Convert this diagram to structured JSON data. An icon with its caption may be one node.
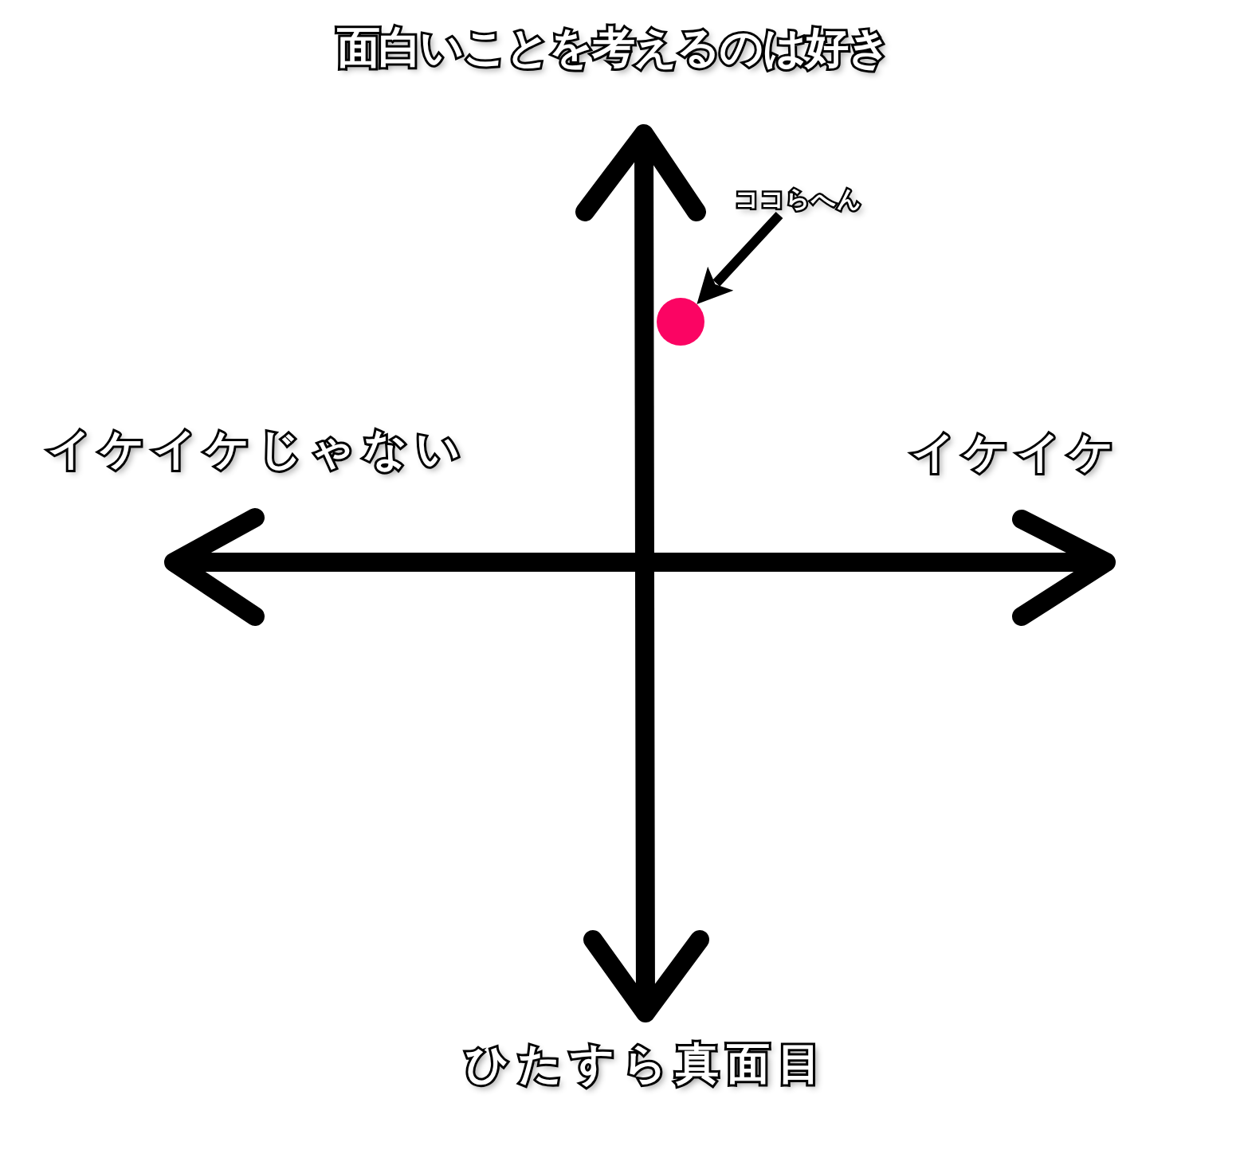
{
  "diagram": {
    "nodes": [
      {
        "text": [
          "ココらへん"
        ]
      },
      {
        "text": [],
        "shape": "circle"
      }
    ],
    "edges": [
      {
        "from": 0,
        "to": 1,
        "arrow": "to"
      }
    ],
    "labels": [
      "面白いことを考えるのは好き",
      "イケイケじゃない",
      "イケイケ",
      "ひたすら真面目"
    ]
  }
}
